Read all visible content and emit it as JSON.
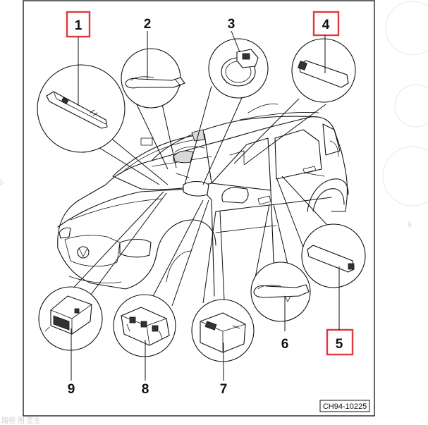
{
  "callouts": [
    {
      "number": "1",
      "highlighted": true
    },
    {
      "number": "2",
      "highlighted": false
    },
    {
      "number": "3",
      "highlighted": false
    },
    {
      "number": "4",
      "highlighted": true
    },
    {
      "number": "5",
      "highlighted": true
    },
    {
      "number": "6",
      "highlighted": false
    },
    {
      "number": "7",
      "highlighted": false
    },
    {
      "number": "8",
      "highlighted": false
    },
    {
      "number": "9",
      "highlighted": false
    }
  ],
  "figure_code": "CH94-10225",
  "background_fragments": {
    "left_edge": "6-",
    "right_edge": "9",
    "bottom_left": "路徑 图 至主"
  },
  "colors": {
    "highlight_box": "#e0383e",
    "line": "#111111",
    "background_ghost": "#cfcfcf"
  }
}
